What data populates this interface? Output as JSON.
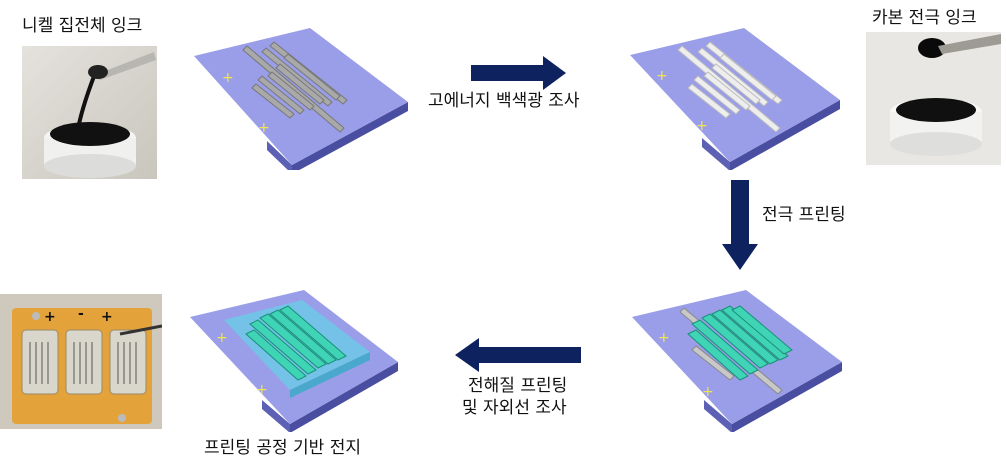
{
  "labels": {
    "nickel_ink": "니켈 집전체 잉크",
    "carbon_ink": "카본 전극 잉크",
    "step_white_light": "고에너지 백색광 조사",
    "step_electrode_print": "전극 프린팅",
    "step_electrolyte_line1": "전해질 프린팅",
    "step_electrolyte_line2": "및 자외선 조사",
    "final_result": "프린팅 공정 기반 전지"
  },
  "device_marks": {
    "pad_symbol": "+",
    "cell_plus": "+",
    "cell_minus": "-"
  },
  "colors": {
    "substrate_top": "#9a9ee8",
    "substrate_side": "#5d61b5",
    "substrate_front": "#4a4ea0",
    "collector": "#a9a9a9",
    "collector_light": "#eeeeee",
    "electrode": "#3fd4b5",
    "electrolyte": "#6fc8e8",
    "arrow": "#0e2260",
    "pad_symbol": "#f2e64a"
  }
}
